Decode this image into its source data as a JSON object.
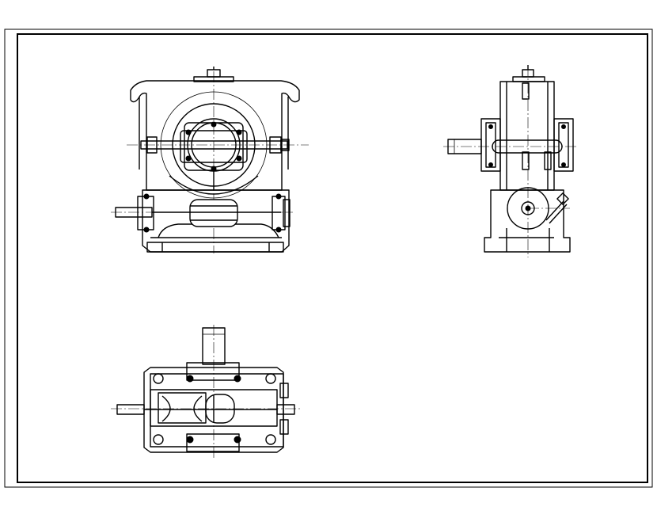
{
  "drawing": {
    "views": [
      "front-view",
      "side-view",
      "top-view"
    ]
  }
}
